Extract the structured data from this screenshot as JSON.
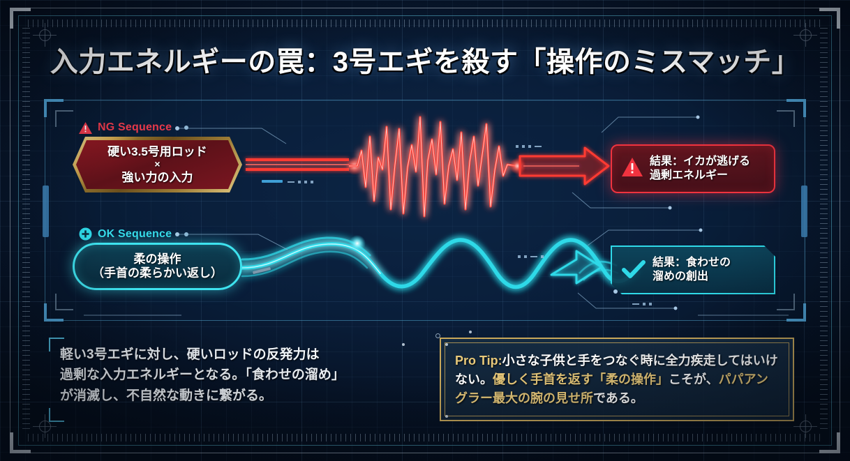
{
  "title": "入力エネルギーの罠：3号エギを殺す「操作のミスマッチ」",
  "sequences": {
    "ng": {
      "label": "NG Sequence",
      "icon": "warning-triangle-icon",
      "color": "#e8394a",
      "source_line1": "硬い3.5号用ロッド",
      "source_operator": "×",
      "source_line2": "強い力の入力",
      "result_line1": "結果：イカが逃げる",
      "result_line2": "過剰エネルギー",
      "result_icon": "warning-triangle-icon",
      "waveform": "jagged-spike-waveform"
    },
    "ok": {
      "label": "OK Sequence",
      "icon": "plus-circle-icon",
      "color": "#36dbe8",
      "source_line1": "柔の操作",
      "source_line2": "（手首の柔らかい返し）",
      "result_line1": "結果：食わせの",
      "result_line2": "溜めの創出",
      "result_icon": "check-icon",
      "waveform": "smooth-sine-waveform"
    }
  },
  "description": {
    "line1": "軽い3号エギに対し、硬いロッドの反発力は",
    "line2": "過剰な入力エネルギーとなる。「食わせの溜め」",
    "line3": "が消滅し、不自然な動きに繋がる。"
  },
  "pro_tip": {
    "label": "Pro Tip:",
    "seg1": "小さな子供と手をつなぐ時に全力疾走して",
    "seg2": "はいけない。",
    "seg3_gold": "優しく手首を返す「柔の操作」",
    "seg4": "こそが、",
    "seg5_gold": "パパアングラー最大の腕の見せ所",
    "seg6": "である。"
  },
  "watermark": "",
  "colors": {
    "background": "#0a1e3a",
    "accent_red": "#f0333f",
    "accent_cyan": "#2fd9e8",
    "accent_gold": "#c9a85a",
    "frame_light": "#d6dfe8"
  }
}
